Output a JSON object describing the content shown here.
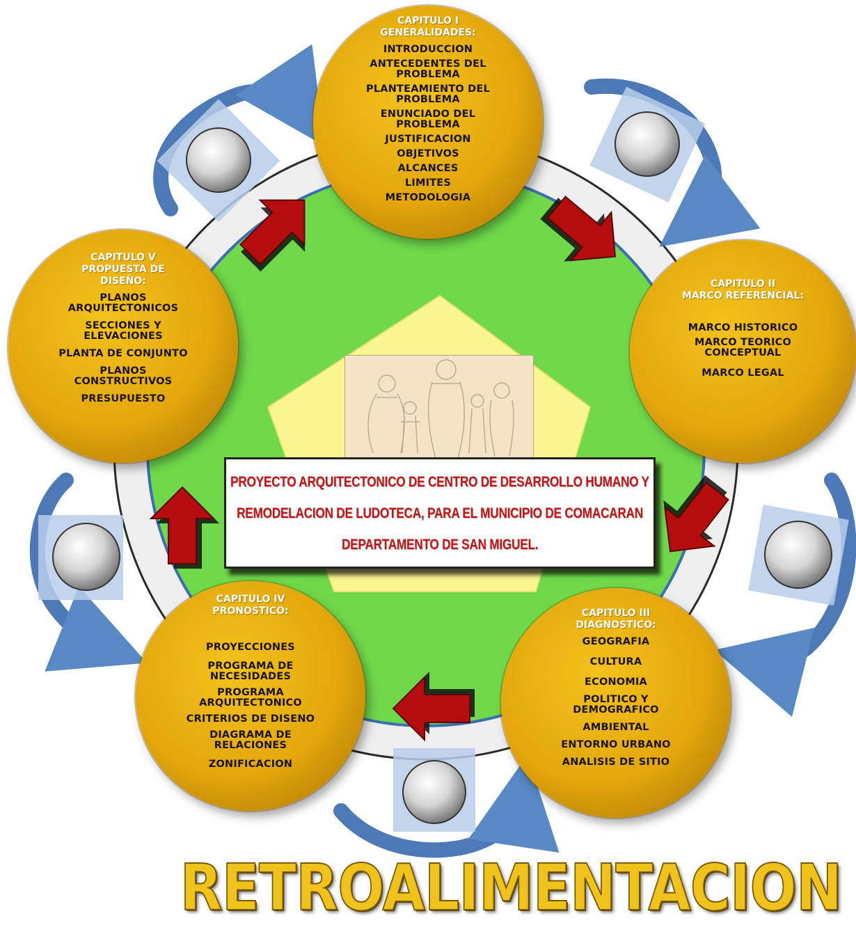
{
  "diagram": {
    "center_title": {
      "lines": [
        "PROYECTO ARQUITECTONICO DE CENTRO DE DESARROLLO HUMANO Y",
        "REMODELACION DE LUDOTECA, PARA EL MUNICIPIO DE COMACARAN",
        "DEPARTAMENTO DE SAN MIGUEL."
      ]
    },
    "chapters": [
      {
        "heading": "CAPITULO I\nGENERALIDADES:",
        "items": [
          "INTRODUCCION",
          "ANTECEDENTES DEL\nPROBLEMA",
          "PLANTEAMIENTO DEL\nPROBLEMA",
          "ENUNCIADO DEL\nPROBLEMA",
          "JUSTIFICACION",
          "OBJETIVOS",
          "ALCANCES",
          "LIMITES",
          "METODOLOGIA"
        ]
      },
      {
        "heading": "CAPITULO  II\nMARCO  REFERENCIAL:",
        "items": [
          "MARCO HISTORICO",
          "MARCO TEORICO\nCONCEPTUAL",
          "MARCO LEGAL"
        ]
      },
      {
        "heading": "CAPITULO  III\nDIAGNOSTICO:",
        "items": [
          "GEOGRAFIA",
          "CULTURA",
          "ECONOMIA",
          "POLITICO  Y\nDEMOGRAFICO",
          "AMBIENTAL",
          "ENTORNO  URBANO",
          "ANALISIS DE SITIO"
        ]
      },
      {
        "heading": "CAPITULO  IV\nPRONOSTICO:",
        "items": [
          "PROYECCIONES",
          "PROGRAMA DE\nNECESIDADES",
          "PROGRAMA\nARQUITECTONICO",
          "CRITERIOS DE DISENO",
          "DIAGRAMA DE\nRELACIONES",
          "ZONIFICACION"
        ]
      },
      {
        "heading": "CAPITULO  V\nPROPUESTA  DE\nDISEÑO:",
        "items": [
          "PLANOS\nARQUITECTONICOS",
          "SECCIONES Y\nELEVACIONES",
          "PLANTA DE CONJUNTO",
          "PLANOS\nCONSTRUCTIVOS",
          "PRESUPUESTO"
        ]
      }
    ],
    "footer": "RETROALIMENTACION",
    "colors": {
      "chapter_fill": "#e3a70c",
      "heading_text": "#ffffff",
      "item_text": "#1b1306",
      "green_field": "#6fd94a",
      "yellow_pentagon": "#fbf592",
      "arrow_red": "#b50d0d",
      "feedback_arrow": "#4a7fc1",
      "title_text": "#c61414",
      "footer_fill": "#f0c21c"
    },
    "icons": [
      "red-block-arrow",
      "blue-curved-arrow",
      "gray-sphere-on-square",
      "family-illustration"
    ]
  }
}
